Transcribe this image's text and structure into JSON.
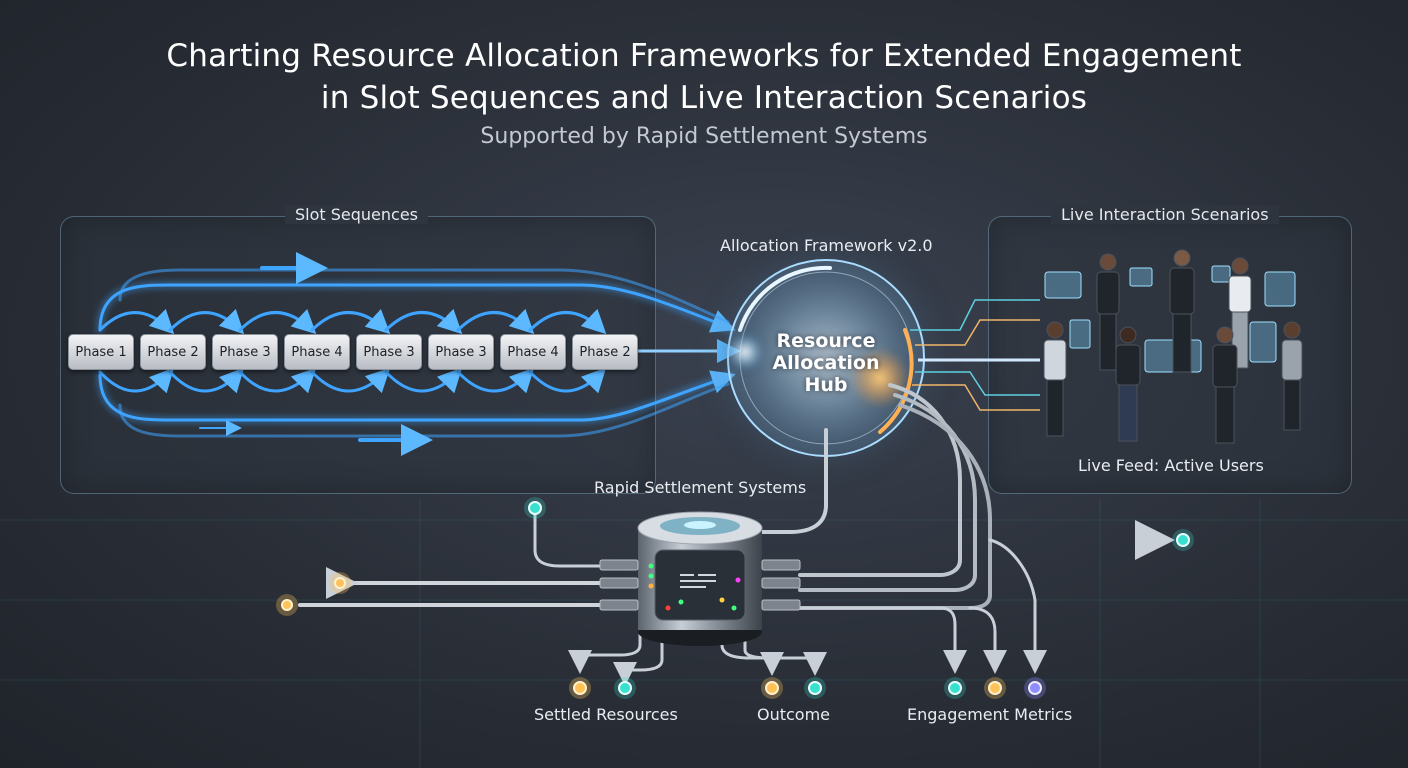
{
  "title": {
    "line1": "Charting Resource Allocation Frameworks for Extended Engagement",
    "line2": "in Slot Sequences and Live Interaction Scenarios",
    "subtitle": "Supported by Rapid Settlement Systems"
  },
  "slot_panel": {
    "title": "Slot Sequences",
    "phases": [
      "Phase 1",
      "Phase 2",
      "Phase 3",
      "Phase 4",
      "Phase 3",
      "Phase 3",
      "Phase 4",
      "Phase 2"
    ]
  },
  "hub": {
    "framework_label": "Allocation Framework v2.0",
    "name": "Resource Allocation Hub"
  },
  "live_panel": {
    "title": "Live Interaction Scenarios",
    "feed_label": "Live Feed: Active Users"
  },
  "settlement": {
    "label": "Rapid Settlement Systems"
  },
  "outputs": {
    "settled": "Settled Resources",
    "outcome": "Outcome",
    "metrics": "Engagement Metrics"
  },
  "colors": {
    "flow_blue": "#3ea4ff",
    "hub_glow": "#9fd8ff",
    "hub_orange": "#ffa640",
    "teal_node": "#38e0d0",
    "amber_node": "#ffc25a",
    "violet_node": "#8f8cff"
  }
}
